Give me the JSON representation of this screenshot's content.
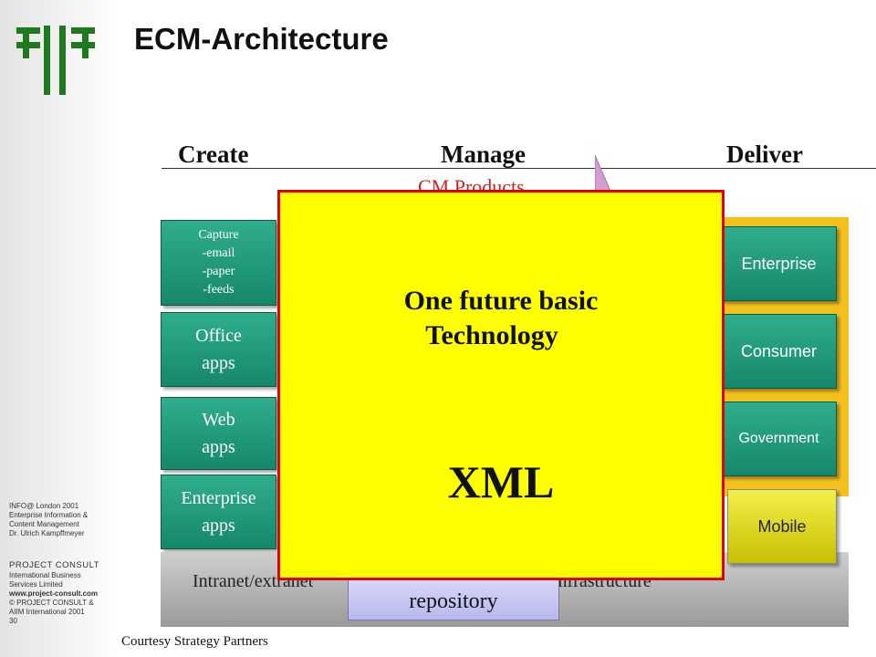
{
  "slide": {
    "title": "ECM-Architecture",
    "columns": [
      "Create",
      "Manage",
      "Deliver"
    ],
    "cm_products": "CM Products",
    "create_boxes": [
      {
        "lines": [
          "Capture",
          "-email",
          "-paper",
          "-feeds"
        ]
      },
      {
        "lines": [
          "Office",
          "apps"
        ]
      },
      {
        "lines": [
          "Web",
          "apps"
        ]
      },
      {
        "lines": [
          "Enterprise",
          "apps"
        ]
      }
    ],
    "deliver_boxes": [
      "Enterprise",
      "Consumer",
      "Government"
    ],
    "mobile": "Mobile",
    "infrastructure_left": "Intranet/extranet",
    "infrastructure_right": "infrastructure",
    "repository": "repository",
    "overlay": {
      "line1": "One future basic",
      "line2": "Technology",
      "xml": "XML"
    },
    "courtesy": "Courtesy  Strategy Partners"
  },
  "sidebar": {
    "event_lines": [
      "INFO@ London 2001",
      "Enterprise Information &",
      "Content Management",
      "Dr. Ulrich Kampffmeyer"
    ],
    "company_lines": [
      "PROJECT  CONSULT",
      "International Business",
      "Services Limited"
    ],
    "website": "www.project-consult.com",
    "copyright_lines": [
      "© PROJECT CONSULT &",
      "AIIM International  2001"
    ],
    "page_number": "30"
  },
  "colors": {
    "logo_green": "#1f7a1f",
    "box_teal": "#1e9a7a",
    "overlay_yellow": "#ffff00",
    "overlay_border": "#e00000",
    "delivery_orange": "#f3c020",
    "arrow_pink": "#d49fd0"
  },
  "icons": [
    "project-consult-logo-icon",
    "delivery-arrow-icon"
  ]
}
